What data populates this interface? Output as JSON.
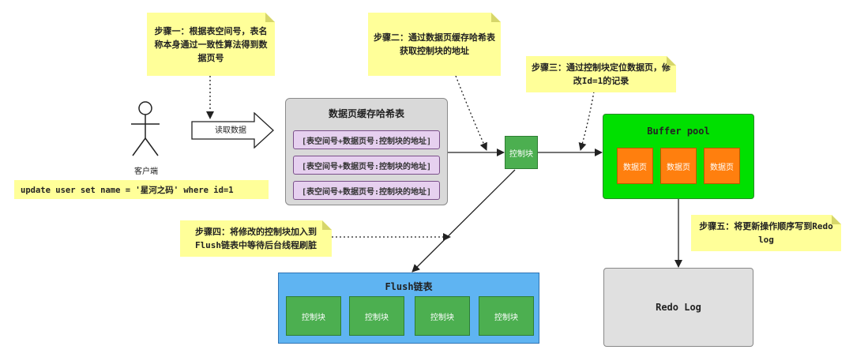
{
  "client": {
    "label": "客户端",
    "arrow_label": "读取数据",
    "sql": "update user set name = '星河之码' where id=1"
  },
  "steps": {
    "step1": "步骤一：根据表空间号，表名称本身通过一致性算法得到数据页号",
    "step2": "步骤二：通过数据页缓存哈希表获取控制块的地址",
    "step3": "步骤三：通过控制块定位数据页，修改Id=1的记录",
    "step4": "步骤四：将修改的控制块加入到Flush链表中等待后台线程刷脏",
    "step5": "步骤五：将更新操作顺序写到Redo log"
  },
  "hash_table": {
    "title": "数据页缓存哈希表",
    "entries": [
      "[表空间号+数据页号:控制块的地址]",
      "[表空间号+数据页号:控制块的地址]",
      "[表空间号+数据页号:控制块的地址]"
    ]
  },
  "control_block": {
    "label": "控制块"
  },
  "buffer_pool": {
    "title": "Buffer pool",
    "pages": [
      "数据页",
      "数据页",
      "数据页"
    ]
  },
  "flush_list": {
    "title": "Flush链表",
    "blocks": [
      "控制块",
      "控制块",
      "控制块",
      "控制块"
    ]
  },
  "redo_log": {
    "title": "Redo Log"
  },
  "colors": {
    "note": "#ffff99",
    "buffer_pool": "#00e000",
    "flush": "#5fb4f2",
    "control": "#4caf50",
    "data_page": "#ff7f0e",
    "hash_entry": "#e6d0ef"
  }
}
